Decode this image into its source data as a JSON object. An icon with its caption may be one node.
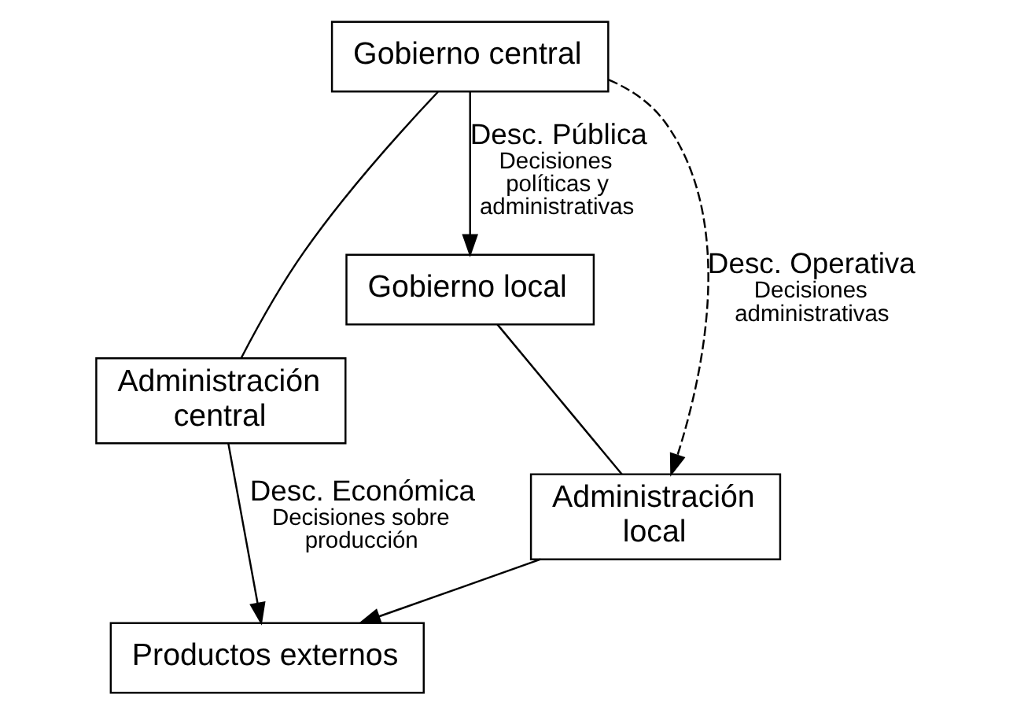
{
  "diagram": {
    "nodes": [
      {
        "text": [
          "Gobierno central"
        ]
      },
      {
        "text": [
          "Administración central"
        ]
      },
      {
        "text": [
          "Gobierno local"
        ]
      },
      {
        "text": [
          "Administración local"
        ]
      },
      {
        "text": [
          "Productos externos"
        ]
      }
    ],
    "edges": [
      {
        "from": 0,
        "to": 1,
        "arrow": "none"
      },
      {
        "from": 1,
        "to": 4,
        "arrow": "to",
        "label": [
          "Desc. Económica",
          "Decisiones sobre producción"
        ]
      },
      {
        "from": 0,
        "to": 3,
        "arrow": "to",
        "style": "dashed",
        "label": [
          "Desc. Operativa",
          "Decisiones administrativas"
        ]
      },
      {
        "from": 0,
        "to": 2,
        "arrow": "to",
        "label": [
          "Desc. Pública",
          "Decisiones políticas y administrativas"
        ]
      },
      {
        "from": 2,
        "to": 3,
        "arrow": "none"
      },
      {
        "from": 3,
        "to": 4,
        "arrow": "to"
      }
    ]
  }
}
